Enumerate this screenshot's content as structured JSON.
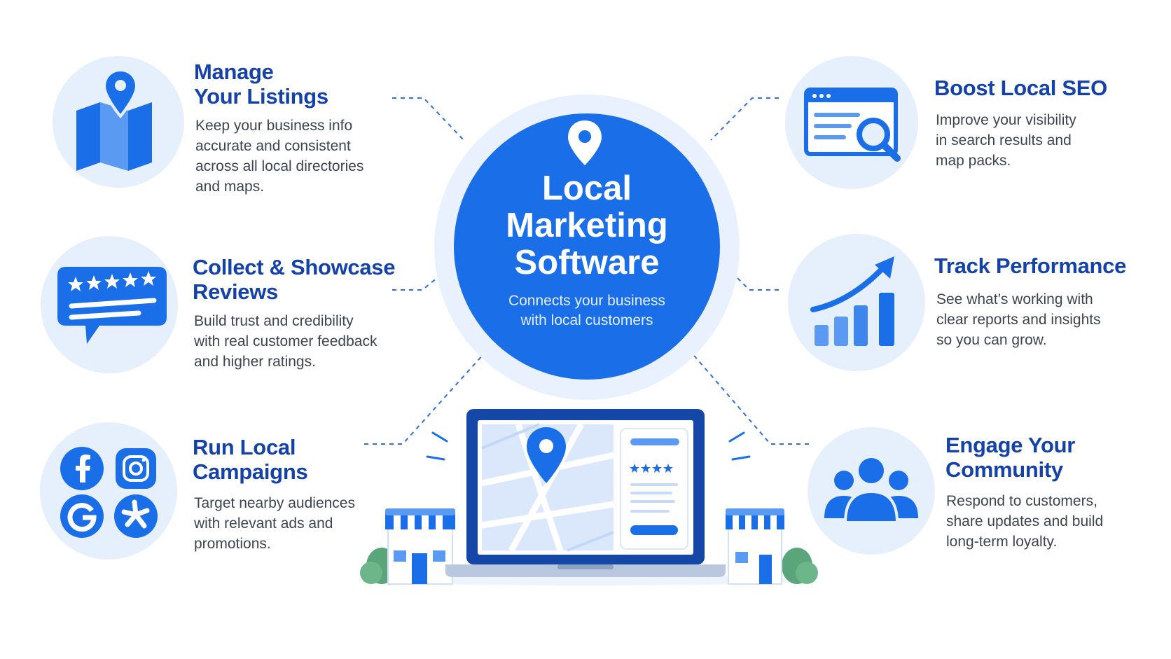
{
  "center": {
    "title_lines": [
      "Local",
      "Marketing",
      "Software"
    ],
    "subtitle_lines": [
      "Connects your business",
      "with local customers"
    ],
    "icon": "location-pin-icon"
  },
  "features": {
    "manage_listings": {
      "title_lines": [
        "Manage",
        "Your Listings"
      ],
      "desc_lines": [
        "Keep your business info",
        "accurate and consistent",
        "across all local directories",
        "and maps."
      ],
      "icon": "folded-map-pin-icon"
    },
    "reviews": {
      "title_lines": [
        "Collect & Showcase",
        "Reviews"
      ],
      "desc_lines": [
        "Build trust and credibility",
        "with real customer feedback",
        "and higher ratings."
      ],
      "icon": "review-bubble-icon"
    },
    "campaigns": {
      "title_lines": [
        "Run Local",
        "Campaigns"
      ],
      "desc_lines": [
        "Target nearby audiences",
        "with relevant ads and",
        "promotions."
      ],
      "icon": "social-platforms-icon"
    },
    "seo": {
      "title_lines": [
        "Boost Local SEO"
      ],
      "desc_lines": [
        "Improve your visibility",
        "in search results and",
        "map packs."
      ],
      "icon": "browser-search-icon"
    },
    "performance": {
      "title_lines": [
        "Track Performance"
      ],
      "desc_lines": [
        "See what’s working with",
        "clear reports and insights",
        "so you can grow."
      ],
      "icon": "growth-chart-icon"
    },
    "community": {
      "title_lines": [
        "Engage Your",
        "Community"
      ],
      "desc_lines": [
        "Respond to customers,",
        "share updates and build",
        "long-term loyalty."
      ],
      "icon": "people-group-icon"
    }
  },
  "illustration": {
    "laptop_icon": "laptop-map-icon",
    "store_icon": "storefront-icon",
    "tree_icon": "tree-icon"
  },
  "colors": {
    "primary": "#1a6fe8",
    "title": "#1442a8",
    "body_text": "#3d4450",
    "light_circle": "#e6f0fd",
    "halo": "#e8f1fd",
    "connector": "#2f6fe0",
    "tree": "#5aa57a"
  }
}
